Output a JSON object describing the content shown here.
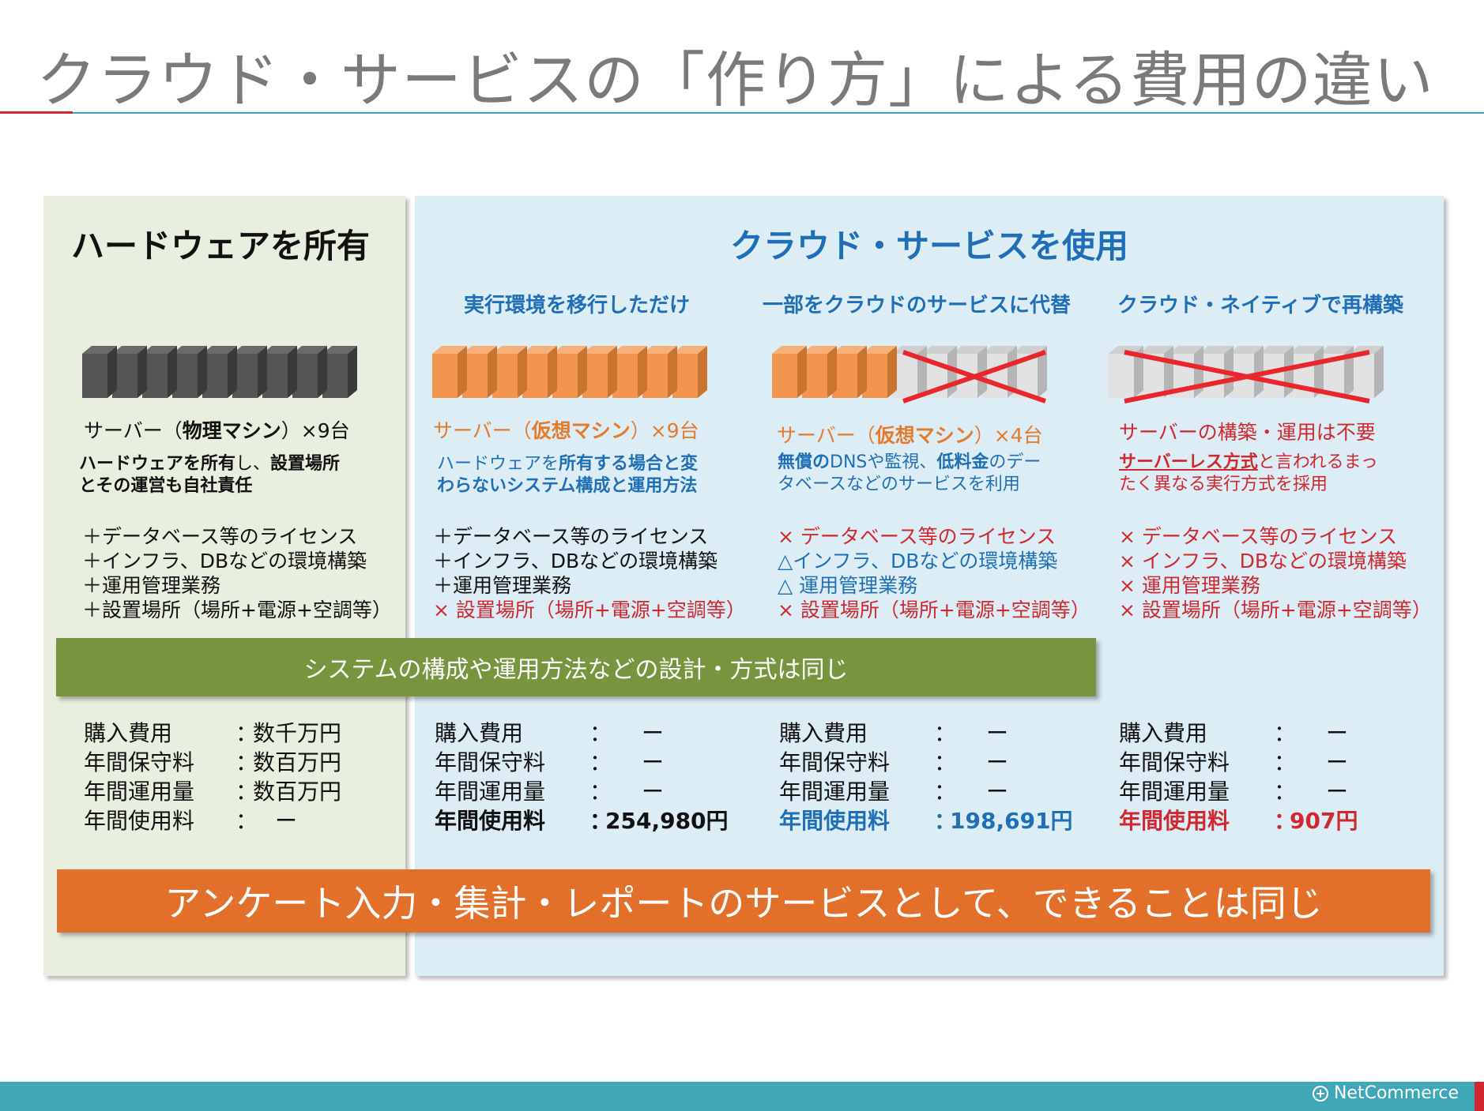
{
  "title": "クラウド・サービスの「作り方」による費用の違い",
  "colors": {
    "accent_blue": "#1f6fb6",
    "accent_orange": "#e47b2c",
    "accent_red": "#d0282e",
    "bar_green": "#77943f",
    "bar_orange": "#e2702a",
    "teal": "#3fa7b8"
  },
  "owned": {
    "heading": "ハードウェアを所有",
    "server_prefix": "サーバー（",
    "server_bold": "物理マシン",
    "server_suffix": "）×9台",
    "desc_b1": "ハードウェアを所有",
    "desc_t1": "し、",
    "desc_b2": "設置場所",
    "desc_b3": "とその運営も自社責任",
    "list": [
      "＋データベース等のライセンス",
      "＋インフラ、DBなどの環境構築",
      "＋運用管理業務",
      "＋設置場所（場所+電源+空調等）"
    ],
    "costs": [
      {
        "k": "購入費用",
        "c": "：",
        "v": "数千万円"
      },
      {
        "k": "年間保守料",
        "c": "：",
        "v": "数百万円"
      },
      {
        "k": "年間運用量",
        "c": "：",
        "v": "数百万円"
      },
      {
        "k": "年間使用料",
        "c": "：",
        "v": "　ー"
      }
    ]
  },
  "cloud": {
    "heading": "クラウド・サービスを使用",
    "col1": {
      "sub": "実行環境を移行しただけ",
      "server_prefix": "サーバー（",
      "server_bold": "仮想マシン",
      "server_suffix": "）×9台",
      "desc_t1": "ハードウェアを",
      "desc_b1": "所有する場合と変",
      "desc_b2": "わらないシステム構成と運用方法",
      "list": [
        "＋データベース等のライセンス",
        "＋インフラ、DBなどの環境構築",
        "＋運用管理業務"
      ],
      "list_last": "× 設置場所（場所+電源+空調等）",
      "costs": [
        {
          "k": "購入費用",
          "c": "：",
          "v": "　ー"
        },
        {
          "k": "年間保守料",
          "c": "：",
          "v": "　ー"
        },
        {
          "k": "年間運用量",
          "c": "：",
          "v": "　ー"
        }
      ],
      "fee_k": "年間使用料",
      "fee_c": "：",
      "fee_v": "254,980円"
    },
    "col2": {
      "sub": "一部をクラウドのサービスに代替",
      "server_prefix": "サーバー（",
      "server_bold": "仮想マシン",
      "server_suffix": "）×4台",
      "desc_b1": "無償の",
      "desc_t1": "DNSや監視、",
      "desc_b2": "低料金",
      "desc_t2": "のデー",
      "desc_t3": "タベースなどのサービスを利用",
      "list": [
        "× データベース等のライセンス",
        "△インフラ、DBなどの環境構築",
        "△ 運用管理業務",
        "× 設置場所（場所+電源+空調等）"
      ],
      "costs": [
        {
          "k": "購入費用",
          "c": "：",
          "v": "　ー"
        },
        {
          "k": "年間保守料",
          "c": "：",
          "v": "　ー"
        },
        {
          "k": "年間運用量",
          "c": "：",
          "v": "　ー"
        }
      ],
      "fee_k": "年間使用料",
      "fee_c": "：",
      "fee_v": "198,691円"
    },
    "col3": {
      "sub": "クラウド・ネイティブで再構築",
      "server_label": "サーバーの構築・運用は不要",
      "desc_u": "サーバーレス方式",
      "desc_t1": "と言われるまっ",
      "desc_t2": "たく異なる実行方式を採用",
      "list": [
        "× データベース等のライセンス",
        "× インフラ、DBなどの環境構築",
        "× 運用管理業務",
        "× 設置場所（場所+電源+空調等）"
      ],
      "costs": [
        {
          "k": "購入費用",
          "c": "：",
          "v": "　ー"
        },
        {
          "k": "年間保守料",
          "c": "：",
          "v": "　ー"
        },
        {
          "k": "年間運用量",
          "c": "：",
          "v": "　ー"
        }
      ],
      "fee_k": "年間使用料",
      "fee_c": "：",
      "fee_v": "907円"
    }
  },
  "green_bar": "システムの構成や運用方法などの設計・方式は同じ",
  "orange_bar": "アンケート入力・集計・レポートのサービスとして、できることは同じ",
  "footer_logo": "NetCommerce"
}
